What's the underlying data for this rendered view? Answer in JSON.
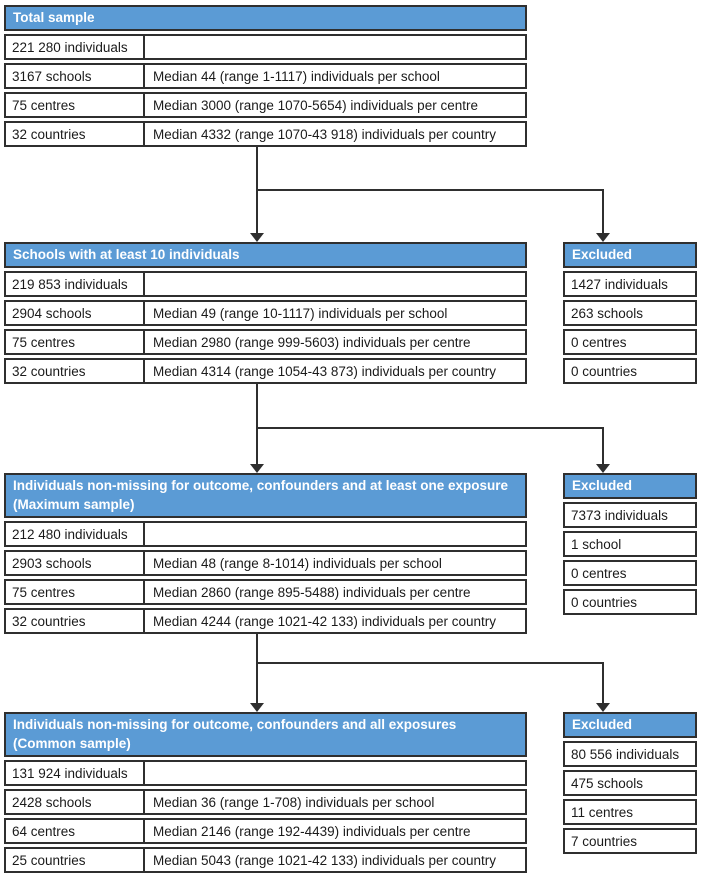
{
  "colors": {
    "header_bg": "#5b9bd5",
    "header_text": "#ffffff",
    "border": "#2f2f2f",
    "body_text": "#1a1a1a"
  },
  "flowchart": {
    "main_boxes": [
      {
        "title": "Total sample",
        "rows": [
          {
            "left": "221 280 individuals",
            "right": ""
          },
          {
            "left": "3167 schools",
            "right": "Median 44 (range 1-1117) individuals per school"
          },
          {
            "left": "75 centres",
            "right": "Median 3000 (range 1070-5654) individuals per centre"
          },
          {
            "left": "32 countries",
            "right": "Median 4332 (range 1070-43 918) individuals per country"
          }
        ]
      },
      {
        "title": "Schools with at least 10 individuals",
        "rows": [
          {
            "left": "219 853 individuals",
            "right": ""
          },
          {
            "left": "2904 schools",
            "right": "Median 49 (range 10-1117) individuals per school"
          },
          {
            "left": "75 centres",
            "right": "Median 2980 (range 999-5603) individuals per centre"
          },
          {
            "left": "32 countries",
            "right": "Median 4314 (range 1054-43 873) individuals per country"
          }
        ]
      },
      {
        "title": "Individuals non-missing for outcome, confounders and at least one exposure\n(Maximum sample)",
        "rows": [
          {
            "left": "212 480 individuals",
            "right": ""
          },
          {
            "left": "2903 schools",
            "right": "Median 48 (range 8-1014) individuals per school"
          },
          {
            "left": "75 centres",
            "right": "Median 2860 (range 895-5488) individuals per centre"
          },
          {
            "left": "32 countries",
            "right": "Median 4244 (range 1021-42 133) individuals per country"
          }
        ]
      },
      {
        "title": "Individuals non-missing for outcome, confounders and all exposures\n(Common sample)",
        "rows": [
          {
            "left": "131 924 individuals",
            "right": ""
          },
          {
            "left": "2428 schools",
            "right": "Median 36 (range 1-708) individuals per school"
          },
          {
            "left": "64 centres",
            "right": "Median 2146 (range 192-4439) individuals per centre"
          },
          {
            "left": "25 countries",
            "right": "Median 5043 (range 1021-42 133) individuals per country"
          }
        ]
      }
    ],
    "excluded_boxes": [
      {
        "title": "Excluded",
        "rows": [
          "1427 individuals",
          "263 schools",
          "0 centres",
          "0 countries"
        ]
      },
      {
        "title": "Excluded",
        "rows": [
          "7373 individuals",
          "1 school",
          "0 centres",
          "0 countries"
        ]
      },
      {
        "title": "Excluded",
        "rows": [
          "80 556 individuals",
          "475 schools",
          "11 centres",
          "7 countries"
        ]
      }
    ]
  }
}
